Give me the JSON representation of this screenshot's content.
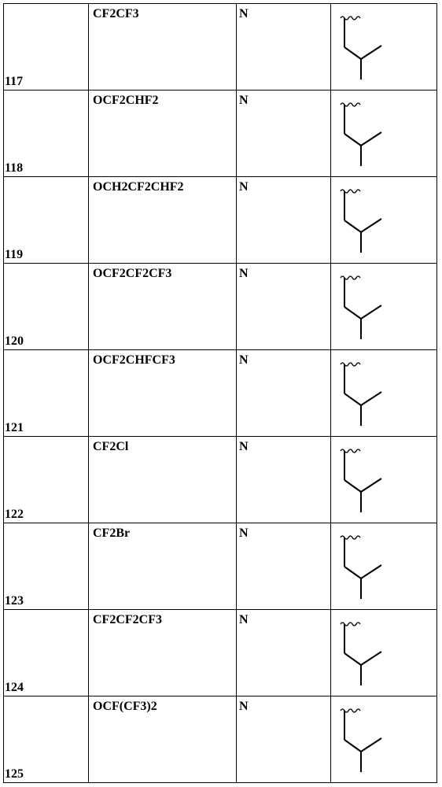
{
  "table": {
    "rows": [
      {
        "id": "117",
        "substituent": "CF2CF3",
        "x": "N",
        "structure_icon": "wavy-bond-isobutyl-structure"
      },
      {
        "id": "118",
        "substituent": "OCF2CHF2",
        "x": "N",
        "structure_icon": "wavy-bond-isobutyl-structure"
      },
      {
        "id": "119",
        "substituent": "OCH2CF2CHF2",
        "x": "N",
        "structure_icon": "wavy-bond-isobutyl-structure"
      },
      {
        "id": "120",
        "substituent": "OCF2CF2CF3",
        "x": "N",
        "structure_icon": "wavy-bond-isobutyl-structure"
      },
      {
        "id": "121",
        "substituent": "OCF2CHFCF3",
        "x": "N",
        "structure_icon": "wavy-bond-isobutyl-structure"
      },
      {
        "id": "122",
        "substituent": "CF2Cl",
        "x": "N",
        "structure_icon": "wavy-bond-isobutyl-structure"
      },
      {
        "id": "123",
        "substituent": "CF2Br",
        "x": "N",
        "structure_icon": "wavy-bond-isobutyl-structure"
      },
      {
        "id": "124",
        "substituent": "CF2CF2CF3",
        "x": "N",
        "structure_icon": "wavy-bond-isobutyl-structure"
      },
      {
        "id": "125",
        "substituent": "OCF(CF3)2",
        "x": "N",
        "structure_icon": "wavy-bond-isobutyl-structure"
      }
    ]
  }
}
